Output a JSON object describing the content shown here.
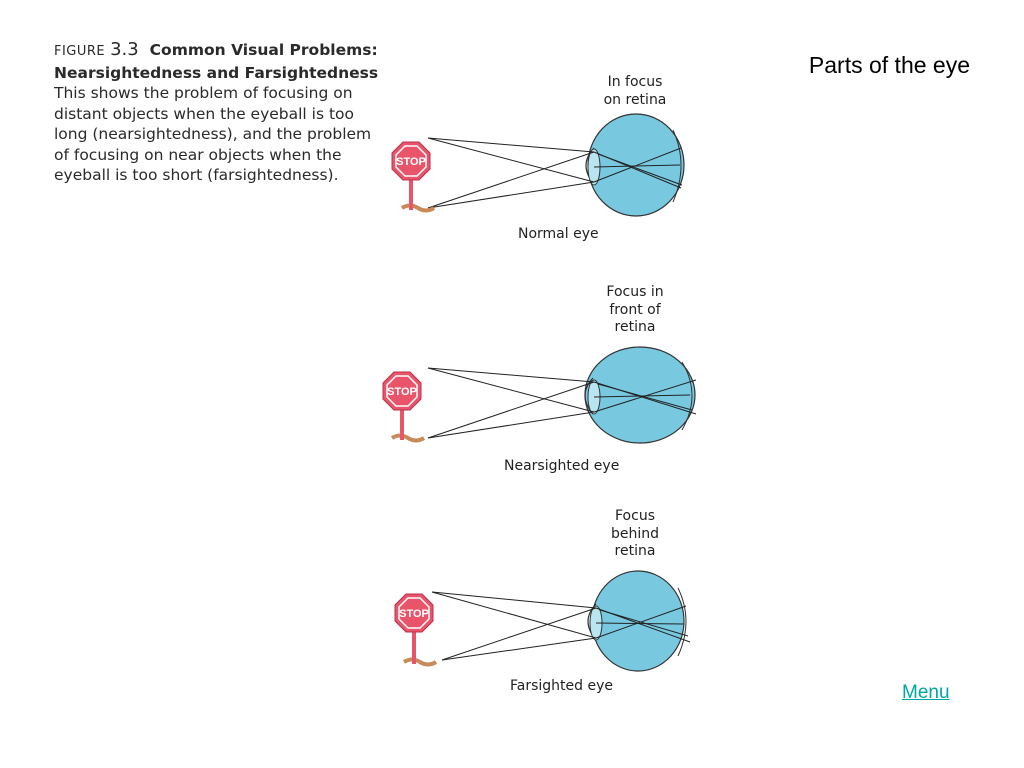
{
  "caption": {
    "figure_word": "FIGURE",
    "figure_number": "3.3",
    "title": "Common Visual Problems: Nearsightedness and Farsightedness",
    "body": "This shows the problem of focusing on distant objects when the eyeball is too long (nearsightedness), and the problem of focusing on near objects when the eyeball is too short (farsightedness)."
  },
  "slide_title": "Parts of the eye",
  "menu_link": "Menu",
  "sign_text": "STOP",
  "panels": [
    {
      "focus_label_lines": [
        "In focus",
        "on retina"
      ],
      "eye_label": "Normal eye"
    },
    {
      "focus_label_lines": [
        "Focus in",
        "front of",
        "retina"
      ],
      "eye_label": "Nearsighted eye"
    },
    {
      "focus_label_lines": [
        "Focus",
        "behind",
        "retina"
      ],
      "eye_label": "Farsighted eye"
    }
  ],
  "colors": {
    "eye_fill": "#78c9e0",
    "sign_red": "#e8546a",
    "sign_post": "#c98a5a",
    "menu_link": "#00a6a6"
  }
}
